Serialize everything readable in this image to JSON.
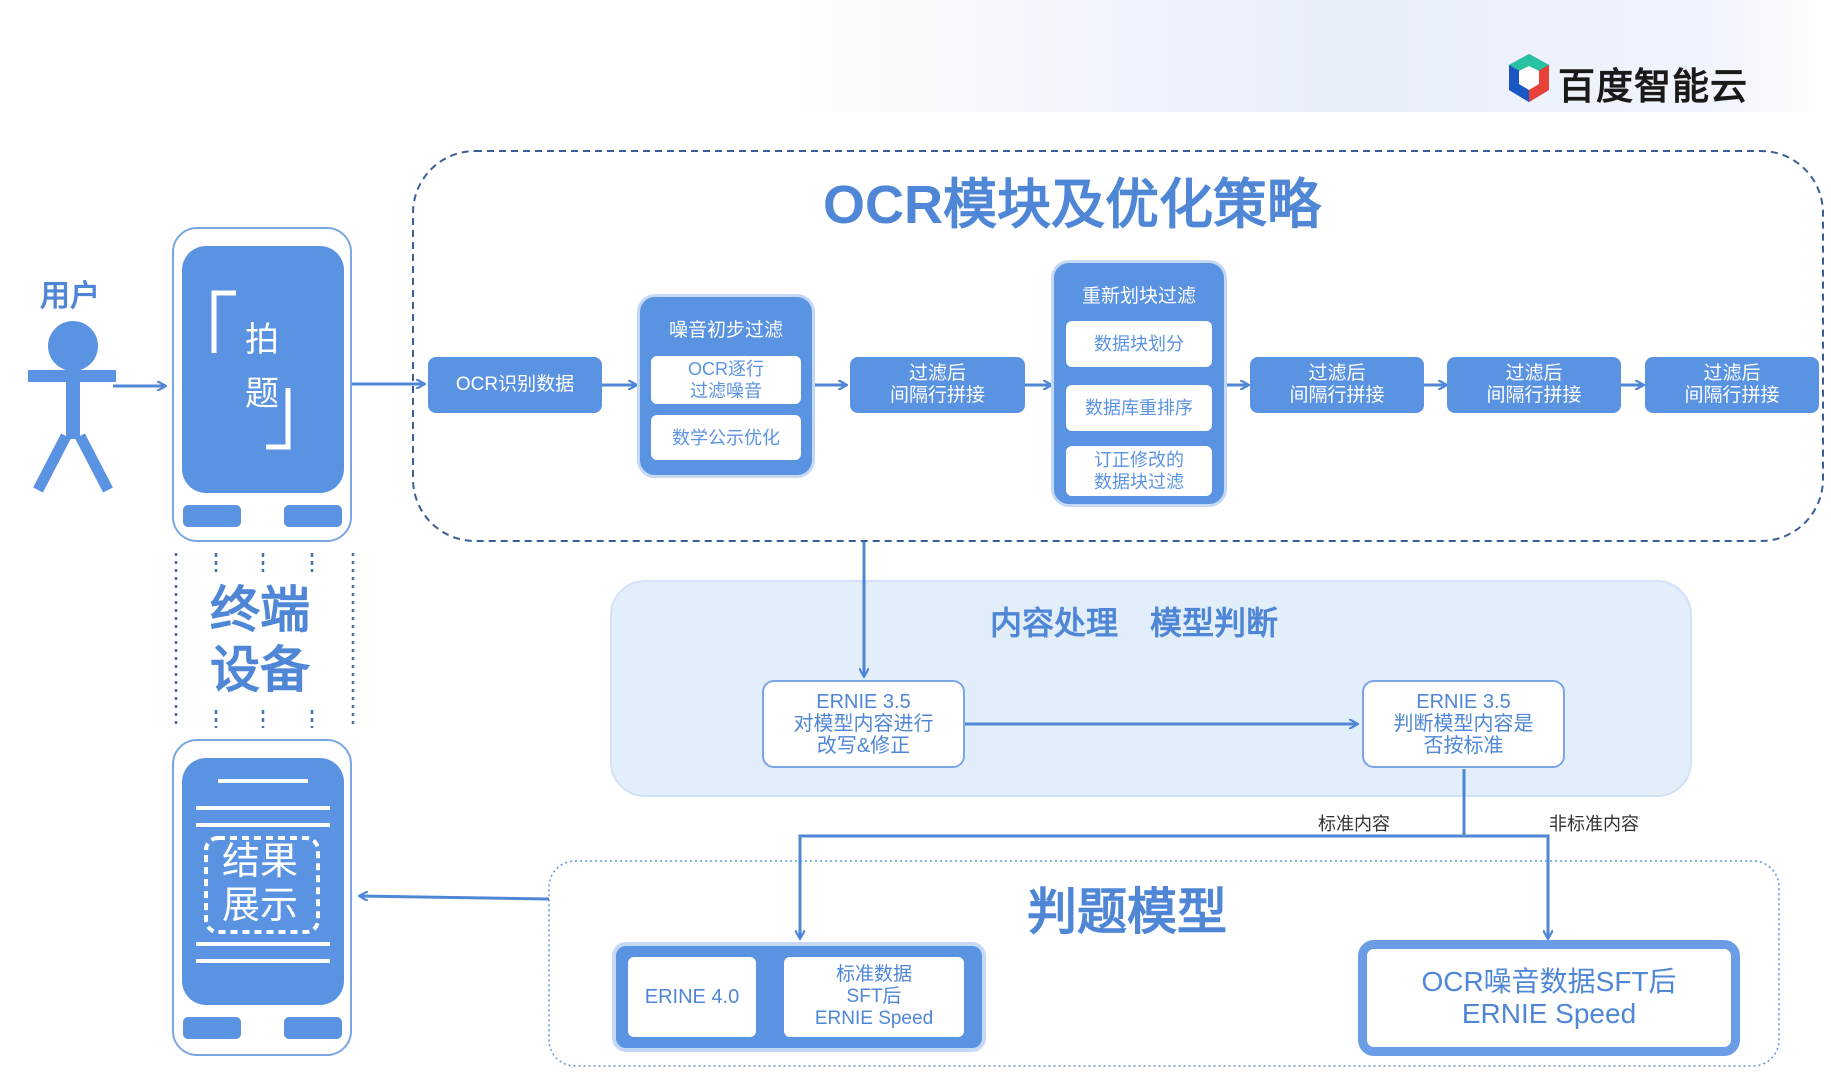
{
  "brand": {
    "name": "百度智能云"
  },
  "user": {
    "label": "用户"
  },
  "device": {
    "photo_label_1": "拍",
    "photo_label_2": "题",
    "terminal_line1": "终端",
    "terminal_line2": "设备",
    "result_line1": "结果",
    "result_line2": "展示"
  },
  "ocr_section": {
    "title": "OCR模块及优化策略",
    "ocr_data": "OCR识别数据",
    "noise_filter": {
      "header": "噪音初步过滤",
      "item1_line1": "OCR逐行",
      "item1_line2": "过滤噪音",
      "item2": "数学公示优化"
    },
    "concat1_line1": "过滤后",
    "concat1_line2": "间隔行拼接",
    "rechunk": {
      "header": "重新划块过滤",
      "item1": "数据块划分",
      "item2": "数据库重排序",
      "item3_line1": "订正修改的",
      "item3_line2": "数据块过滤"
    },
    "concat2_line1": "过滤后",
    "concat2_line2": "间隔行拼接",
    "concat3_line1": "过滤后",
    "concat3_line2": "间隔行拼接",
    "concat4_line1": "过滤后",
    "concat4_line2": "间隔行拼接"
  },
  "content_section": {
    "title": "内容处理　模型判断",
    "ernie_rewrite": {
      "line1": "ERNIE 3.5",
      "line2": "对模型内容进行",
      "line3": "改写&修正"
    },
    "ernie_judge": {
      "line1": "ERNIE 3.5",
      "line2": "判断模型内容是",
      "line3": "否按标准"
    },
    "label_standard": "标准内容",
    "label_nonstandard": "非标准内容"
  },
  "judge_section": {
    "title": "判题模型",
    "erine40": "ERINE 4.0",
    "standard_sft_line1": "标准数据",
    "standard_sft_line2": "SFT后",
    "standard_sft_line3": "ERNIE Speed",
    "noise_sft_line1": "OCR噪音数据SFT后",
    "noise_sft_line2": "ERNIE Speed"
  },
  "colors": {
    "primary": "#5b93e3",
    "title_blue": "#4f87d6",
    "panel_bg": "#e3eefb",
    "dash": "#3b5e96"
  }
}
